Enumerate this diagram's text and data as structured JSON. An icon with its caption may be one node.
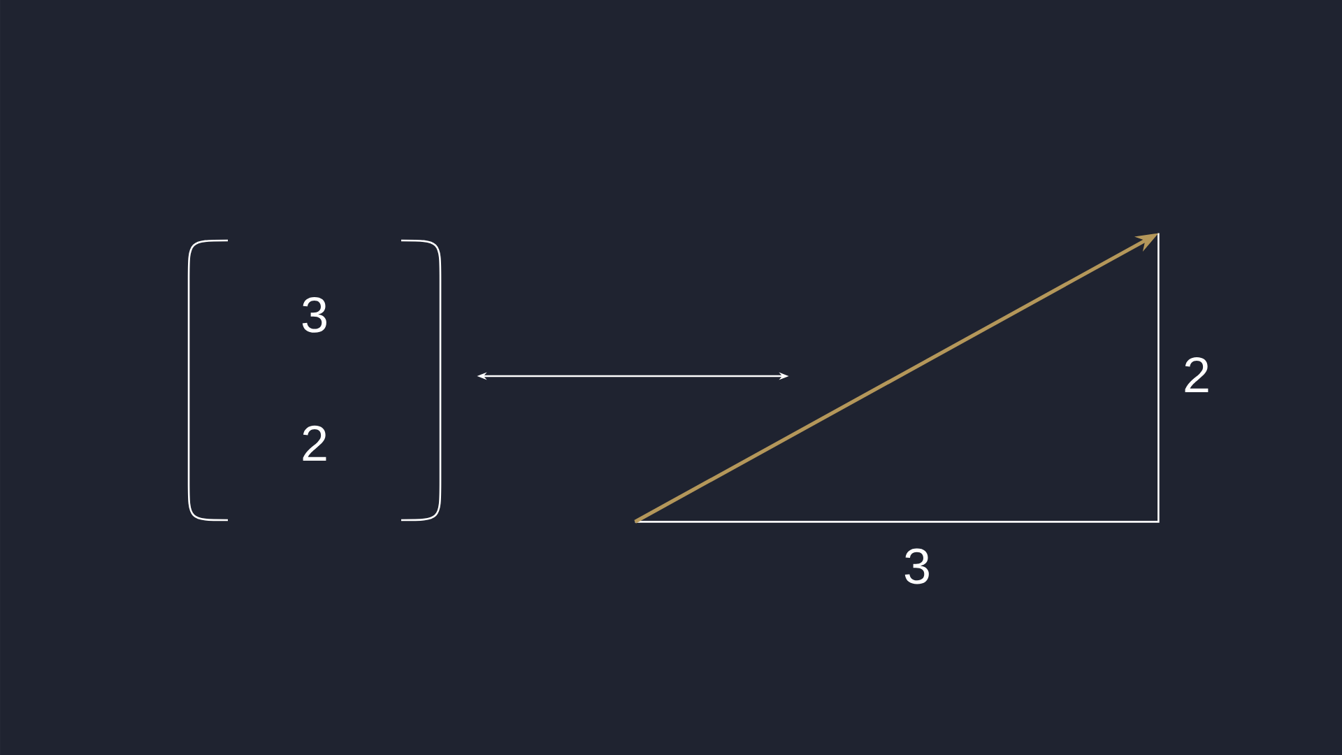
{
  "diagram": {
    "nodes": [
      {
        "text": [
          "3",
          "2"
        ]
      },
      {
        "text": [],
        "shape": "picture",
        "beside": [
          "2",
          "3"
        ]
      }
    ],
    "edges": [
      {
        "from": 0,
        "to": 1,
        "arrow": "both"
      }
    ]
  }
}
